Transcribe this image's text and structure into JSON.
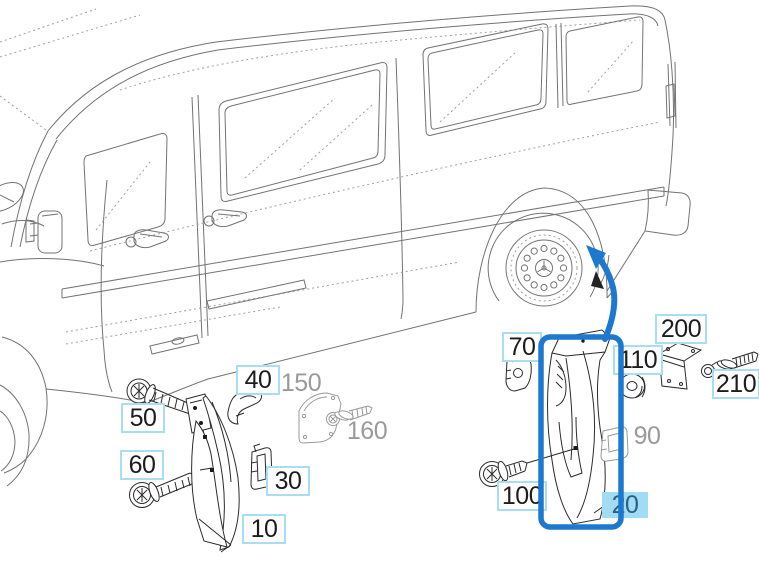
{
  "diagram": {
    "kind": "vehicle-exploded-parts-diagram",
    "selected_part": "20"
  },
  "colors": {
    "accent": "#1d79cf",
    "labelBorder": "#a9ddf1",
    "selectedBg": "#a2dcf4",
    "selectedText": "#2a607b",
    "grayLabel": "#9a9a9a",
    "artStroke": "#737373",
    "partStroke": "#2b2b2b"
  },
  "labels": {
    "p10": {
      "text": "10",
      "style": "boxed"
    },
    "p20": {
      "text": "20",
      "style": "selected"
    },
    "p30": {
      "text": "30",
      "style": "boxed"
    },
    "p40": {
      "text": "40",
      "style": "boxed"
    },
    "p50": {
      "text": "50",
      "style": "boxed"
    },
    "p60": {
      "text": "60",
      "style": "boxed"
    },
    "p70": {
      "text": "70",
      "style": "boxed"
    },
    "p90": {
      "text": "90",
      "style": "plain"
    },
    "p100": {
      "text": "100",
      "style": "boxed"
    },
    "p110": {
      "text": "110",
      "style": "boxed"
    },
    "p150": {
      "text": "150",
      "style": "plain"
    },
    "p160": {
      "text": "160",
      "style": "plain"
    },
    "p200": {
      "text": "200",
      "style": "boxed"
    },
    "p210": {
      "text": "210",
      "style": "boxed"
    }
  }
}
